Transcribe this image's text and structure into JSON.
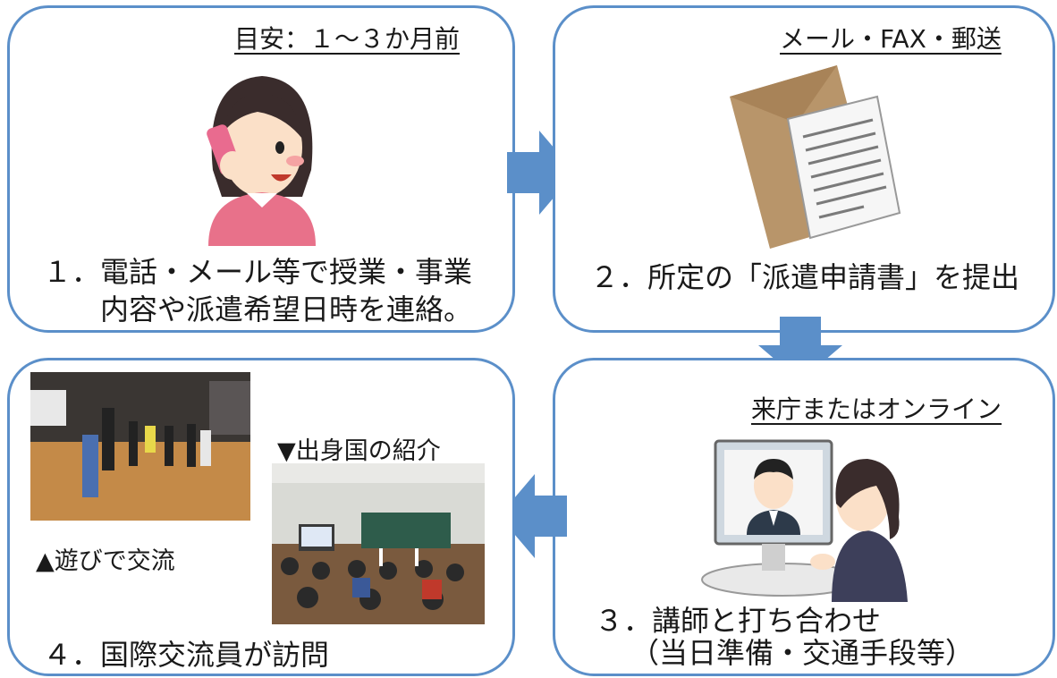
{
  "steps": [
    {
      "tag": "目安：１～３か月前",
      "line1": "１．電話・メール等で授業・事業",
      "line2": "内容や派遣希望日時を連絡。",
      "illustration": "woman-on-phone"
    },
    {
      "tag": "メール・FAX・郵送",
      "line1": "２．所定の「派遣申請書」を提出",
      "illustration": "envelope-and-document"
    },
    {
      "tag": "来庁またはオンライン",
      "line1": "３．講師と打ち合わせ",
      "line2": "（当日準備・交通手段等）",
      "illustration": "video-call"
    },
    {
      "line1": "４．国際交流員が訪問",
      "photo1_caption": "▲遊びで交流",
      "photo2_caption": "▼出身国の紹介",
      "photo1": "gym-game-photo",
      "photo2": "classroom-presentation-photo"
    }
  ],
  "colors": {
    "border": "#5b8fc9",
    "arrow": "#5b8fc9"
  }
}
